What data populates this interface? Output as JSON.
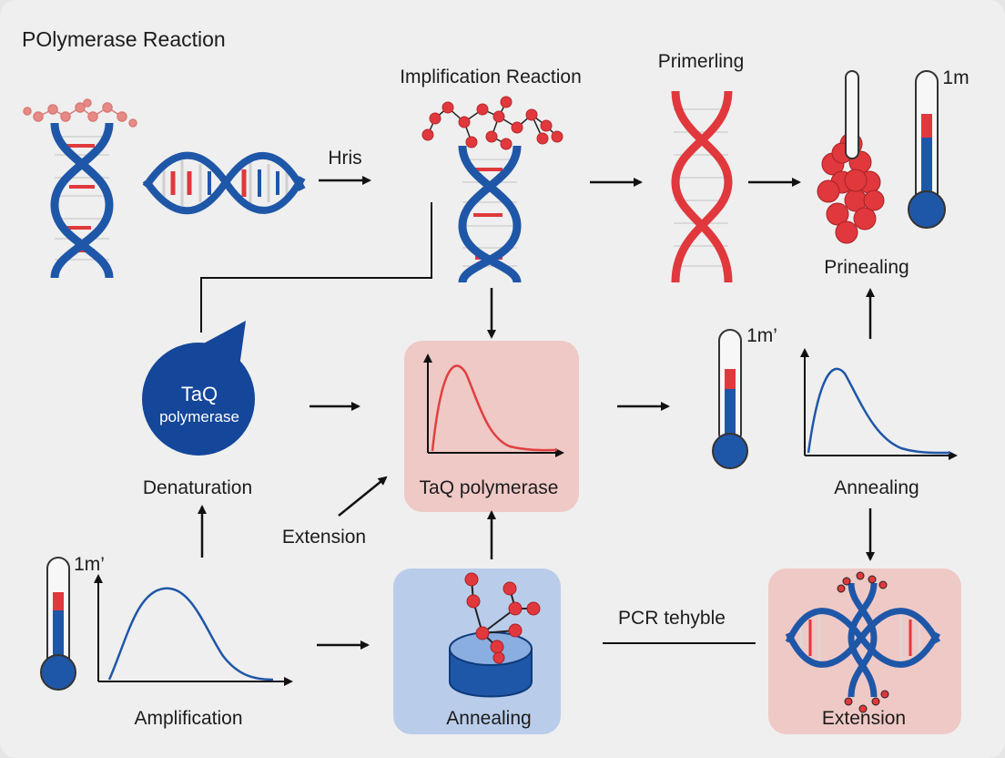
{
  "title": "POlymerase Reaction",
  "labels": {
    "implification": "Implification Reaction",
    "primerling": "Primerling",
    "hris": "Hris",
    "thermo_top": "1m",
    "thermo_mid": "1m’",
    "thermo_left": "1m’",
    "prinealing": "Prinealing",
    "taq_line1": "TaQ",
    "taq_line2": "polymerase",
    "denaturation": "Denaturation",
    "taq_box": "TaQ polymerase",
    "annealing_right": "Annealing",
    "extension_mid": "Extension",
    "pcr": "PCR tehyble",
    "amplification": "Amplification",
    "annealing_bottom": "Annealing",
    "extension_bottom": "Extension"
  },
  "colors": {
    "dna_blue": "#1f57a8",
    "dna_red": "#e0383c",
    "pink_box": "#efc9c6",
    "blue_box": "#b9cdea",
    "taq_circle": "#14469a",
    "curve_red": "#e04040",
    "curve_blue": "#1f57a8"
  },
  "icons": [
    "dna-helix-icon",
    "thermometer-icon",
    "molecule-icon",
    "curve-plot-icon",
    "cylinder-icon",
    "arrow-icon"
  ]
}
